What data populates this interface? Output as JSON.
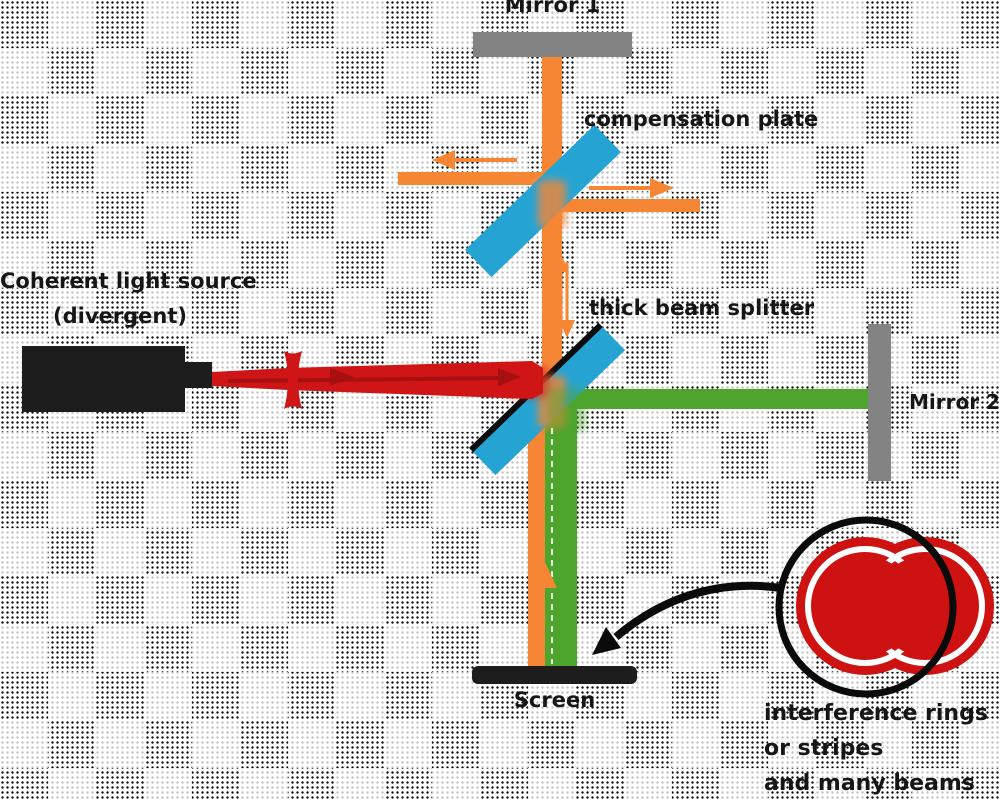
{
  "diagram": {
    "title_context": "Michelson interferometer schematic",
    "labels": {
      "mirror1": "Mirror 1",
      "compensation_plate": "compensation plate",
      "beam_splitter": "thick beam splitter",
      "source_line1": "Coherent light source",
      "source_line2": "(divergent)",
      "mirror2": "Mirror 2",
      "screen": "Screen",
      "note_line1": "interference rings",
      "note_line2": "or stripes",
      "note_line3": "and many beams"
    },
    "colors": {
      "beam_orange": "#F68634",
      "beam_red": "#CF1515",
      "beam_green": "#4DA52E",
      "plate_blue": "#25A4D4",
      "mirror_gray": "#838383",
      "ink_black": "#1d1d1d"
    }
  }
}
